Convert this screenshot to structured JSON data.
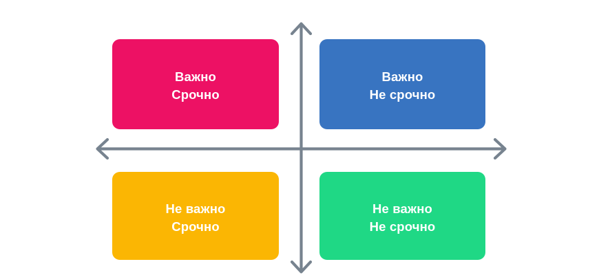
{
  "diagram": {
    "type": "eisenhower-matrix",
    "background_color": "#FFFFFF",
    "axis_color": "#77838F",
    "label_color": "#FFFFFF"
  },
  "axes": {
    "vertical": {
      "name": "importance-axis",
      "icon_top": "arrow-up-icon",
      "icon_bottom": "arrow-down-icon",
      "label": ""
    },
    "horizontal": {
      "name": "urgency-axis",
      "icon_left": "arrow-left-icon",
      "icon_right": "arrow-right-icon",
      "label": ""
    }
  },
  "quadrants": [
    {
      "id": "important-urgent",
      "position": "top-left",
      "color": "#ED1164",
      "line1": "Важно",
      "line2": "Срочно"
    },
    {
      "id": "important-not-urgent",
      "position": "top-right",
      "color": "#3874C1",
      "line1": "Важно",
      "line2": "Не срочно"
    },
    {
      "id": "not-important-urgent",
      "position": "bottom-left",
      "color": "#FBB603",
      "line1": "Не важно",
      "line2": "Срочно"
    },
    {
      "id": "not-important-not-urgent",
      "position": "bottom-right",
      "color": "#1FD885",
      "line1": "Не важно",
      "line2": "Не срочно"
    }
  ]
}
